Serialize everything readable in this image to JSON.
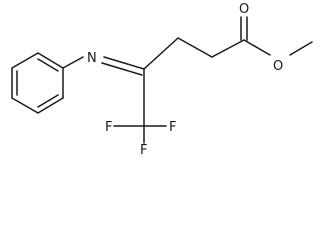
{
  "structure": {
    "atoms": {
      "imine_nitrogen": "N",
      "carbonyl_oxygen": "O",
      "ester_oxygen": "O",
      "fluorine_left": "F",
      "fluorine_right": "F",
      "fluorine_bottom": "F"
    },
    "colors": {
      "ink": "#1a1a1a",
      "background": "#ffffff"
    }
  }
}
